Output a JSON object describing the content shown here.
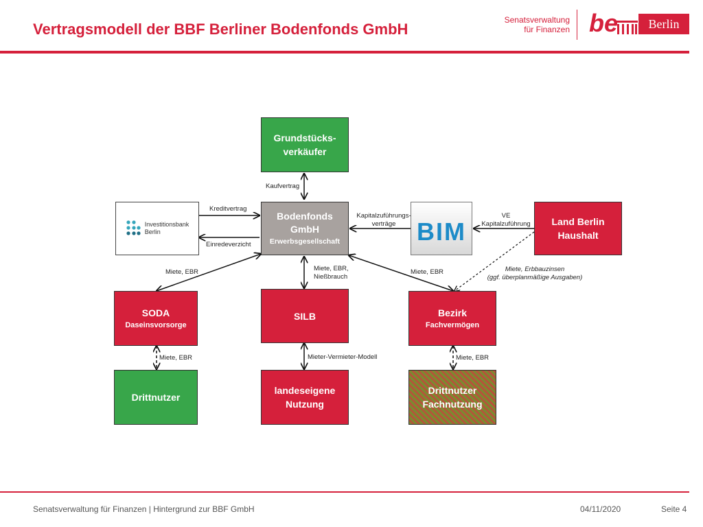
{
  "header": {
    "title": "Vertragsmodell der BBF Berliner Bodenfonds GmbH",
    "logo_line1": "Senatsverwaltung",
    "logo_line2": "für Finanzen",
    "logo_be": "be",
    "logo_berlin": "Berlin"
  },
  "diagram": {
    "nodes": {
      "grundstuecksverkaeufer": "Grundstücks-\nverkäufer",
      "bodenfonds_line1": "Bodenfonds",
      "bodenfonds_line2": "GmbH",
      "bodenfonds_line3": "Erwerbsgesellschaft",
      "ibb_line1": "Investitionsbank",
      "ibb_line2": "Berlin",
      "bim": "BIM",
      "land_berlin_line1": "Land Berlin",
      "land_berlin_line2": "Haushalt",
      "soda_line1": "SODA",
      "soda_line2": "Daseinsvorsorge",
      "silb": "SILB",
      "bezirk_line1": "Bezirk",
      "bezirk_line2": "Fachvermögen",
      "drittnutzer": "Drittnutzer",
      "landeseigene_line1": "landeseigene",
      "landeseigene_line2": "Nutzung",
      "drittnutzer_fach_line1": "Drittnutzer",
      "drittnutzer_fach_line2": "Fachnutzung"
    },
    "edge_labels": {
      "kaufvertrag": "Kaufvertrag",
      "kreditvertrag": "Kreditvertrag",
      "einredeverzicht": "Einredeverzicht",
      "kapital_line1": "Kapitalzuführungs-",
      "kapital_line2": "verträge",
      "ve_line1": "VE",
      "ve_line2": "Kapitalzuführung",
      "soda_miete": "Miete, EBR",
      "silb_line1": "Miete, EBR,",
      "silb_line2": "Nießbrauch",
      "bezirk_miete": "Miete, EBR",
      "erbbau_line1": "Miete, Erbbauzinsen",
      "erbbau_line2": "(ggf. überplanmäßige Ausgaben)",
      "drittnutzer_miete": "Miete, EBR",
      "mieter_vermieter": "Mieter-Vermieter-Modell",
      "drittnutzer_fach_miete": "Miete, EBR"
    },
    "colors": {
      "red": "#d5203b",
      "green": "#38a64a",
      "grey": "#a8a29f",
      "bim_blue": "#1d8bc8",
      "ibb_teal": "#35a6bb"
    }
  },
  "footer": {
    "left": "Senatsverwaltung für Finanzen | Hintergrund zur BBF GmbH",
    "date": "04/11/2020",
    "page": "Seite 4"
  }
}
